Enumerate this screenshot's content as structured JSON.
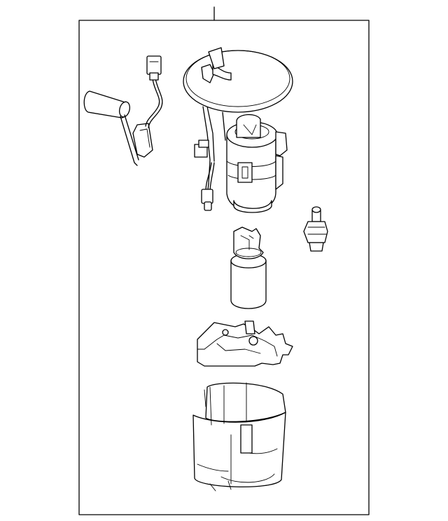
{
  "diagram": {
    "parts": [
      "leader-line",
      "assembly-box",
      "fuel-level-sender",
      "pump-module-housing",
      "pressure-regulator",
      "fuel-pump",
      "pump-bracket",
      "reservoir-cup"
    ],
    "colors": {
      "line": "#000000",
      "background": "#ffffff",
      "panel": "#ffffff"
    }
  }
}
